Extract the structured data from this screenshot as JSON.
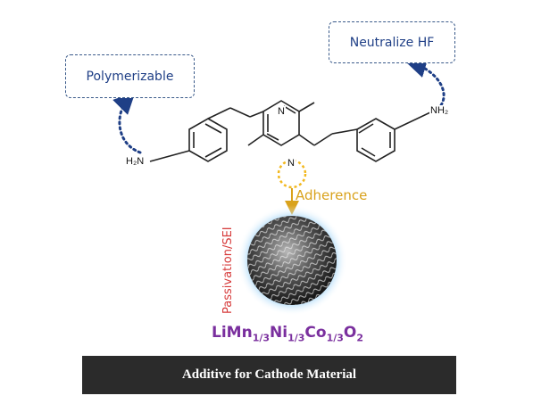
{
  "callouts": {
    "left": "Polymerizable",
    "right": "Neutralize HF"
  },
  "atoms": {
    "amine_left": "H₂N",
    "amine_right": "NH₂",
    "ring_n_top": "N",
    "ring_n_bottom": "N"
  },
  "labels": {
    "adherence": "Adherence",
    "passivation": "Passivation/SEI"
  },
  "formula": {
    "li_mn": "LiMn",
    "mn_sub": "1/3",
    "ni": "Ni",
    "ni_sub": "1/3",
    "co": "Co",
    "co_sub": "1/3",
    "o": "O",
    "o_sub": "2"
  },
  "banner": {
    "text": "Additive for Cathode Material"
  },
  "colors": {
    "callout_text": "#1f3f86",
    "arrow": "#1f3f86",
    "adherence": "#d9a21c",
    "passivation": "#d63a3a",
    "formula": "#7a2f9e",
    "banner_bg": "#2b2b2b",
    "banner_text": "#ffffff",
    "particle_glow": "#4aa8e8"
  }
}
